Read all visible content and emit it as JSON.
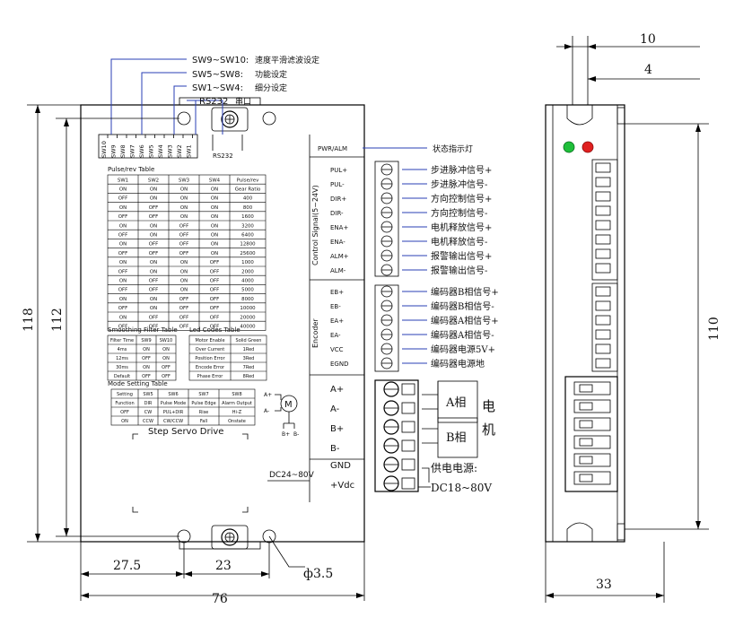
{
  "callouts_top": [
    {
      "label": "SW9~SW10:",
      "text": "速度平滑滤波设定"
    },
    {
      "label": "SW5~SW8:",
      "text": "功能设定"
    },
    {
      "label": "SW1~SW4:",
      "text": "细分设定"
    },
    {
      "label": "RS232",
      "text": "串口"
    }
  ],
  "dip_labels": [
    "SW10",
    "SW9",
    "SW8",
    "SW7",
    "SW6",
    "SW5",
    "SW4",
    "SW3",
    "SW2",
    "SW1"
  ],
  "rs232_label": "RS232",
  "pwr_label": "PWR/ALM",
  "status_led_callout": "状态指示灯",
  "control_group_label": "Control Signal(5~24V)",
  "control_pins": [
    "PUL+",
    "PUL-",
    "DIR+",
    "DIR-",
    "ENA+",
    "ENA-",
    "ALM+",
    "ALM-"
  ],
  "control_callouts": [
    "步进脉冲信号+",
    "步进脉冲信号-",
    "方向控制信号+",
    "方向控制信号-",
    "电机释放信号+",
    "电机释放信号-",
    "报警输出信号+",
    "报警输出信号-"
  ],
  "encoder_group_label": "Encoder",
  "encoder_pins": [
    "EB+",
    "EB-",
    "EA+",
    "EA-",
    "VCC",
    "EGND"
  ],
  "encoder_callouts": [
    "编码器B相信号+",
    "编码器B相信号-",
    "编码器A相信号+",
    "编码器A相信号-",
    "编码器电源5V+",
    "编码器电源地"
  ],
  "motor_pins": [
    "A+",
    "A-",
    "B+",
    "B-"
  ],
  "phase_a": "A相",
  "phase_b": "B相",
  "motor_label_1": "电",
  "motor_label_2": "机",
  "power_pins": [
    "GND",
    "+Vdc"
  ],
  "power_voltage_label": "DC24~80V",
  "power_callout": "供电电源:",
  "power_callout_range": "DC18~80V",
  "product_name": "Step Servo Drive",
  "pulse_table": {
    "title": "Pulse/rev Table",
    "headers": [
      "SW1",
      "SW2",
      "SW3",
      "SW4",
      "Pulse/rev"
    ],
    "rows": [
      [
        "ON",
        "ON",
        "ON",
        "ON",
        "Gear Ratio"
      ],
      [
        "OFF",
        "ON",
        "ON",
        "ON",
        "400"
      ],
      [
        "ON",
        "OFF",
        "ON",
        "ON",
        "800"
      ],
      [
        "OFF",
        "OFF",
        "ON",
        "ON",
        "1600"
      ],
      [
        "ON",
        "ON",
        "OFF",
        "ON",
        "3200"
      ],
      [
        "OFF",
        "ON",
        "OFF",
        "ON",
        "6400"
      ],
      [
        "ON",
        "OFF",
        "OFF",
        "ON",
        "12800"
      ],
      [
        "OFF",
        "OFF",
        "OFF",
        "ON",
        "25600"
      ],
      [
        "ON",
        "ON",
        "ON",
        "OFF",
        "1000"
      ],
      [
        "OFF",
        "ON",
        "ON",
        "OFF",
        "2000"
      ],
      [
        "ON",
        "OFF",
        "ON",
        "OFF",
        "4000"
      ],
      [
        "OFF",
        "OFF",
        "ON",
        "OFF",
        "5000"
      ],
      [
        "ON",
        "ON",
        "OFF",
        "OFF",
        "8000"
      ],
      [
        "OFF",
        "ON",
        "OFF",
        "OFF",
        "10000"
      ],
      [
        "ON",
        "OFF",
        "OFF",
        "OFF",
        "20000"
      ],
      [
        "OFF",
        "OFF",
        "OFF",
        "OFF",
        "40000"
      ]
    ]
  },
  "smoothing_table": {
    "title": "Smoothing Filter Table",
    "headers": [
      "Filter Time",
      "SW9",
      "SW10"
    ],
    "rows": [
      [
        "4ms",
        "ON",
        "ON"
      ],
      [
        "12ms",
        "OFF",
        "ON"
      ],
      [
        "30ms",
        "ON",
        "OFF"
      ],
      [
        "Default",
        "OFF",
        "OFF"
      ]
    ]
  },
  "led_table": {
    "title": "Led Codes Table",
    "headers": [
      "Motor Enable",
      "Solid Green"
    ],
    "rows": [
      [
        "Over Current",
        "1Red"
      ],
      [
        "Position Error",
        "3Red"
      ],
      [
        "Encode Error",
        "7Red"
      ],
      [
        "Phase Error",
        "8Red"
      ]
    ]
  },
  "mode_table": {
    "title": "Mode Setting Table",
    "headers": [
      "Setting",
      "SW5",
      "SW6",
      "SW7",
      "SW8"
    ],
    "rows": [
      [
        "Function",
        "DIR",
        "Pulse Mode",
        "Pulse Edge",
        "Alarm Output"
      ],
      [
        "OFF",
        "CW",
        "PUL+DIR",
        "Rise",
        "Hi-Z"
      ],
      [
        "ON",
        "CCW",
        "CW/CCW",
        "Fall",
        "Onstate"
      ]
    ]
  },
  "motor_symbol": {
    "label": "M",
    "a_plus": "A+",
    "a_minus": "A-",
    "b_plus": "B+",
    "b_minus": "B-"
  },
  "dimensions": {
    "top_10": "10",
    "top_4": "4",
    "height_118": "118",
    "height_112": "112",
    "height_110": "110",
    "w_27_5": "27.5",
    "w_23": "23",
    "hole": "ф3.5",
    "w_76": "76",
    "w_33": "33"
  }
}
